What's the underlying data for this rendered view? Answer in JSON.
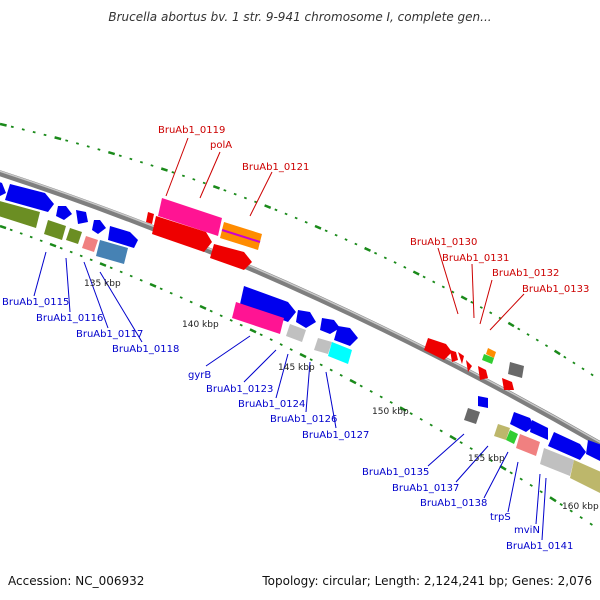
{
  "title": "Brucella abortus bv. 1 str. 9-941 chromosome I, complete gen...",
  "accession": "Accession: NC_006932",
  "topology": "Topology: circular; Length: 2,124,241 bp; Genes: 2,076",
  "colors": {
    "backbone": "#888888",
    "red_label": "#cc0000",
    "blue_label": "#0000cc",
    "scale_tick": "#1a8a1a"
  },
  "scale_labels": [
    "135 kbp",
    "140 kbp",
    "145 kbp",
    "150 kbp",
    "155 kbp",
    "160 kbp"
  ],
  "genes_red": [
    "BruAb1_0119",
    "polA",
    "BruAb1_0121",
    "BruAb1_0130",
    "BruAb1_0131",
    "BruAb1_0132",
    "BruAb1_0133"
  ],
  "genes_blue": [
    "BruAb1_0115",
    "BruAb1_0116",
    "BruAb1_0117",
    "BruAb1_0118",
    "gyrB",
    "BruAb1_0123",
    "BruAb1_0124",
    "BruAb1_0126",
    "BruAb1_0127",
    "BruAb1_0135",
    "BruAb1_0137",
    "BruAb1_0138",
    "trpS",
    "mviN",
    "BruAb1_0141"
  ]
}
